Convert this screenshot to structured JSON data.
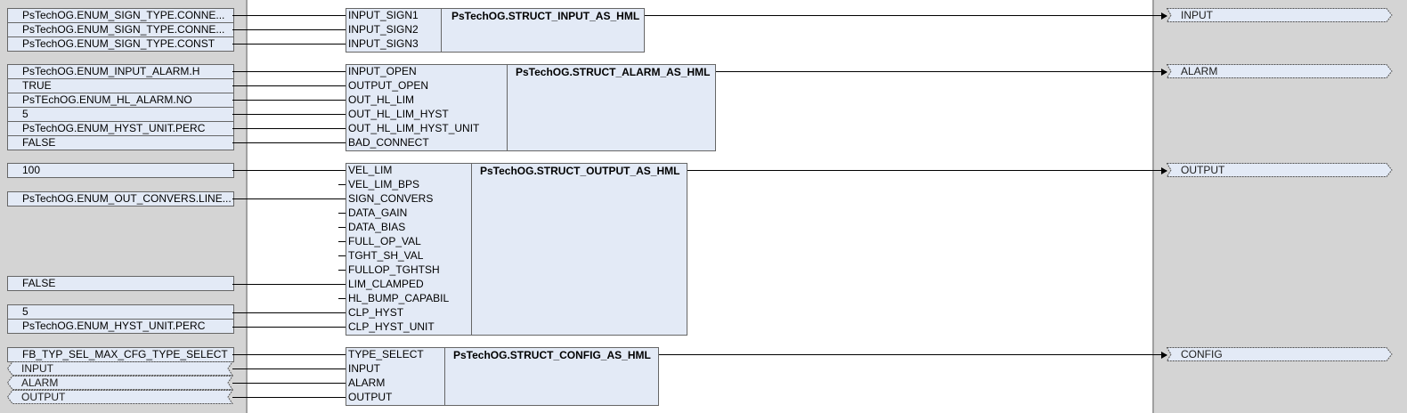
{
  "inputs": [
    {
      "text": "PsTechOG.ENUM_SIGN_TYPE.CONNE..."
    },
    {
      "text": "PsTechOG.ENUM_SIGN_TYPE.CONNE..."
    },
    {
      "text": "PsTechOG.ENUM_SIGN_TYPE.CONST"
    },
    {
      "text": "PsTechOG.ENUM_INPUT_ALARM.H"
    },
    {
      "text": "TRUE"
    },
    {
      "text": "PsTEchOG.ENUM_HL_ALARM.NO"
    },
    {
      "text": "5"
    },
    {
      "text": "PsTechOG.ENUM_HYST_UNIT.PERC"
    },
    {
      "text": "FALSE"
    },
    {
      "text": "100"
    },
    {
      "text": "PsTechOG.ENUM_OUT_CONVERS.LINE..."
    },
    {
      "text": "FALSE"
    },
    {
      "text": "5"
    },
    {
      "text": "PsTechOG.ENUM_HYST_UNIT.PERC"
    },
    {
      "text": "FB_TYP_SEL_MAX_CFG_TYPE_SELECT"
    }
  ],
  "input_connectors": [
    "INPUT",
    "ALARM",
    "OUTPUT"
  ],
  "blocks": [
    {
      "title": "PsTechOG.STRUCT_INPUT_AS_HML",
      "pins": [
        "INPUT_SIGN1",
        "INPUT_SIGN2",
        "INPUT_SIGN3"
      ]
    },
    {
      "title": "PsTechOG.STRUCT_ALARM_AS_HML",
      "pins": [
        "INPUT_OPEN",
        "OUTPUT_OPEN",
        "OUT_HL_LIM",
        "OUT_HL_LIM_HYST",
        "OUT_HL_LIM_HYST_UNIT",
        "BAD_CONNECT"
      ]
    },
    {
      "title": "PsTechOG.STRUCT_OUTPUT_AS_HML",
      "pins": [
        "VEL_LIM",
        "VEL_LIM_BPS",
        "SIGN_CONVERS",
        "DATA_GAIN",
        "DATA_BIAS",
        "FULL_OP_VAL",
        "TGHT_SH_VAL",
        "FULLOP_TGHTSH",
        "LIM_CLAMPED",
        "HL_BUMP_CAPABIL",
        "CLP_HYST",
        "CLP_HYST_UNIT"
      ]
    },
    {
      "title": "PsTechOG.STRUCT_CONFIG_AS_HML",
      "pins": [
        "TYPE_SELECT",
        "INPUT",
        "ALARM",
        "OUTPUT"
      ]
    }
  ],
  "outputs": [
    "INPUT",
    "ALARM",
    "OUTPUT",
    "CONFIG"
  ]
}
